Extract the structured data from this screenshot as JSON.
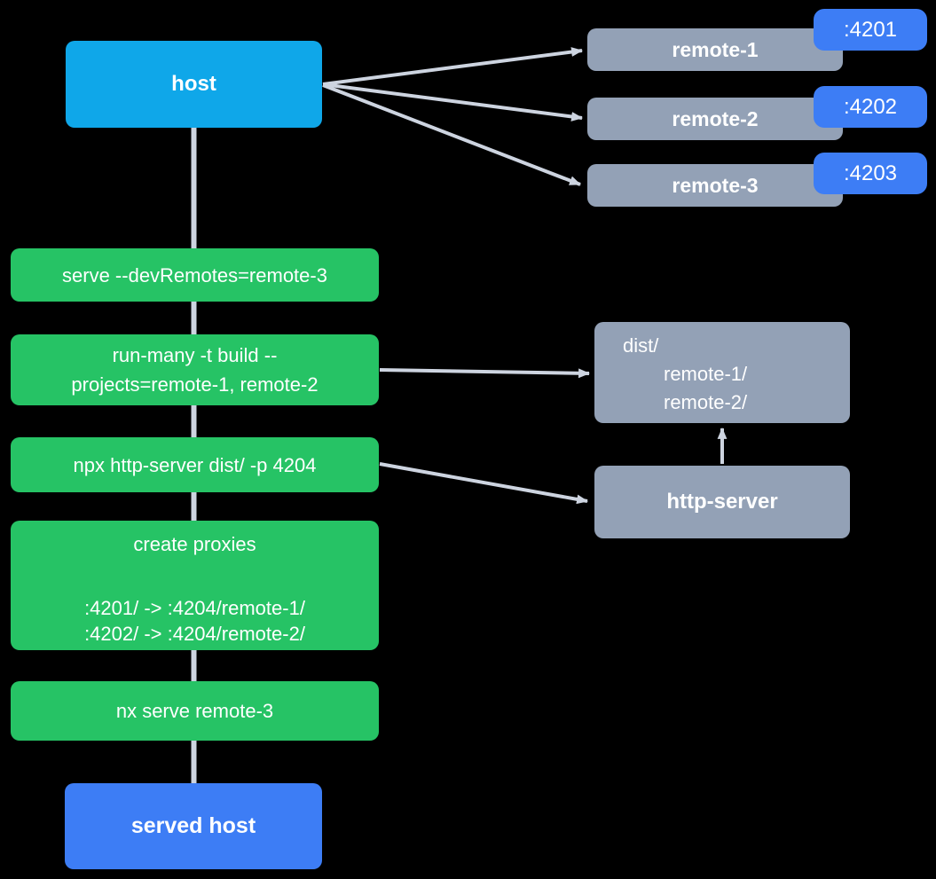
{
  "colors": {
    "background": "#000000",
    "host_fill": "#0fa7e9",
    "remote_fill": "#93a1b6",
    "badge_fill": "#3d7df5",
    "command_fill": "#26c365",
    "served_host_fill": "#3d7df5",
    "connector": "#cdd4e0",
    "text": "#ffffff"
  },
  "host": {
    "label": "host"
  },
  "remotes": [
    {
      "label": "remote-1",
      "port": ":4201"
    },
    {
      "label": "remote-2",
      "port": ":4202"
    },
    {
      "label": "remote-3",
      "port": ":4203"
    }
  ],
  "commands": [
    {
      "id": "serve-devremotes",
      "lines": [
        "serve --devRemotes=remote-3"
      ]
    },
    {
      "id": "run-many-build",
      "lines": [
        "run-many -t build --",
        "projects=remote-1, remote-2"
      ]
    },
    {
      "id": "npx-http-server",
      "lines": [
        "npx http-server dist/ -p 4204"
      ]
    },
    {
      "id": "create-proxies",
      "title": "create proxies",
      "mappings": [
        ":4201/ -> :4204/remote-1/",
        ":4202/ -> :4204/remote-2/"
      ]
    },
    {
      "id": "nx-serve-remote-3",
      "lines": [
        "nx serve remote-3"
      ]
    }
  ],
  "dist_box": {
    "title": "dist/",
    "entries": [
      "remote-1/",
      "remote-2/"
    ]
  },
  "http_server": {
    "label": "http-server"
  },
  "served_host": {
    "label": "served host"
  }
}
